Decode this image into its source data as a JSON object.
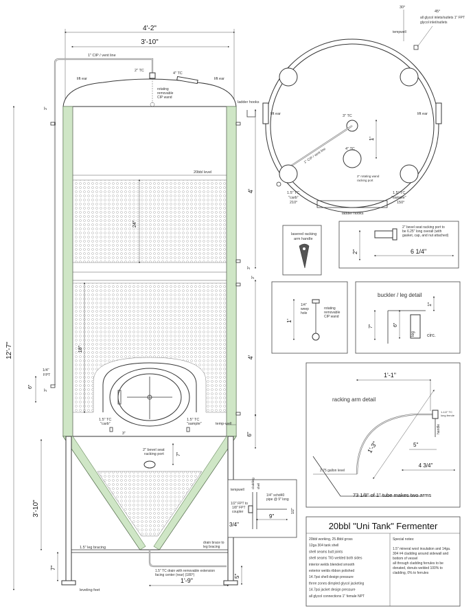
{
  "title_block": {
    "title": "20bbl \"Uni Tank\" Fermenter",
    "specs": [
      "20bbl working, 25.8bbl gross",
      "12ga 304 tank shell",
      "shell seams butt joints",
      "shell seams TIG welded both sides",
      "interior welds blended smooth",
      "exterior welds ribbon polished",
      "14.7psi shell design pressure",
      "three zones dimpled glycol jacketing",
      "14.7psi jacket design pressure",
      "all glycol connections 1\" female NPT"
    ],
    "special_notes_heading": "Special notes:",
    "special_notes": [
      "1.5\" mineral wool insulation and 14ga.",
      "304 #4 cladding around sidewall and",
      "bottom of vessel",
      "all through cladding ferrules to be",
      "donated, donuts welded 100% to",
      "cladding, 0% to ferrules"
    ]
  },
  "elevation": {
    "dim_overall_width": "4'-2\"",
    "dim_shell_width": "3'-10\"",
    "cip_vent_line": "1\" CIP / vent line",
    "lift_ear_left": "lift ear",
    "lift_ear_right": "lift ear",
    "tc_2": "2\" TC",
    "tc_4": "4\" TC",
    "cip_wand": [
      "rotating",
      "removable",
      "CIP wand"
    ],
    "ladder_hooks": "ladder hooks",
    "level_20bbl": "20bbl level",
    "dim_overall_height": "12'-7\"",
    "dim_4ft_upper": "4'",
    "dim_4ft_lower": "4'",
    "dim_3in_a": "3\"",
    "dim_3in_b": "3\"",
    "dim_3in_c": "3\"",
    "dim_3in_d": "3\"",
    "dim_3in_e": "3\"",
    "dim_24in": "24\"",
    "dim_18in": "18\"",
    "fpt_label": [
      "1/4\"",
      "FPT"
    ],
    "dim_6in_left": "6\"",
    "dim_6in_right": "6\"",
    "dim_7in": "7\"",
    "tc_carb": [
      "1.5\" TC",
      "\"carb\""
    ],
    "tc_sample": [
      "1.5\" TC",
      "\"sample\""
    ],
    "thermowell": "temp-well",
    "racking_port": [
      "2\" bevel seat",
      "racking port"
    ],
    "dim_cone_height": "3'-10\"",
    "leg_bracing": "1.5\" leg bracing",
    "dim_7in_leg": "7\"",
    "leveling_feet": "leveling feet",
    "drain_note": [
      "1.5\" TC drain with removable extension",
      "facing center (rear) (180°)"
    ],
    "drain_brace": [
      "drain brace to",
      "leg bracing"
    ],
    "dim_1ft9": "1'-9\"",
    "dim_5in": "5\""
  },
  "plan_view": {
    "deg_30": "30°",
    "deg_30_sub": "tempwell",
    "deg_45": "45°",
    "glycol_inlet": [
      "all glycol inlets/outlets 1\" FPT",
      "glycol inlet/outlets"
    ],
    "lift_ear_left": "lift ear",
    "lift_ear_right": "lift ear",
    "tc_3": "3\" TC",
    "cip_vent_line": "1\" CIP / vent line",
    "tc_4": "4\" TC",
    "dim_1ft": "1'",
    "cip_wand_note": [
      "2\" rotating wand",
      "racking port"
    ],
    "tc_carb": [
      "1.5\" TC",
      "\"carb\"",
      "210°"
    ],
    "tc_sample": [
      "1.5\" TC",
      "\"sample\"",
      "150°"
    ],
    "ladder_hooks": "ladder hooks"
  },
  "details": {
    "racking_handle": [
      "lasered racking",
      "arm handle"
    ],
    "bevel_port_note": [
      "2\" bevel seat racking port to",
      "be 6.25\" long overall (with",
      "gasket, cap, and nut attached)"
    ],
    "dim_2in": "2\"",
    "dim_6_1_4": "6 1/4\"",
    "weep_hole": [
      "1/4\"",
      "weep",
      "hole"
    ],
    "rotating_wand": [
      "rotating",
      "removable",
      "CIP wand"
    ],
    "dim_1ft_wand": "1'",
    "buckler_title": "buckler / leg detail",
    "dim_1in": "1\"",
    "dim_7in": "7\"",
    "dim_6in": "6\"",
    "leg": "leg",
    "circ": "circ.",
    "racking_arm_title": "racking arm detail",
    "dim_1ft1": "1'-1\"",
    "dim_1ft3": "1'-3\"",
    "gallon_level": "2.75 gallon level",
    "dim_5in": "5\"",
    "dim_4_3_4": "4 3/4\"",
    "tube_note": "73 1/8\" of 1\" tube makes two arms",
    "nut_label": [
      "1-1/2\" TC",
      "long ferrule"
    ],
    "handle_label": "handle",
    "thermowell_title": "tempwell",
    "cladding": "cladding",
    "shell": "shell",
    "sched_pipe": [
      "1/4\" schd40",
      "pipe @ 9\" long"
    ],
    "fpt_coupler": [
      "1/2\" FPT to",
      "1/8\" FPT",
      "coupler"
    ],
    "dim_9in": "9\"",
    "dim_3_4": "3/4\"",
    "dim_small": "1/2\""
  }
}
